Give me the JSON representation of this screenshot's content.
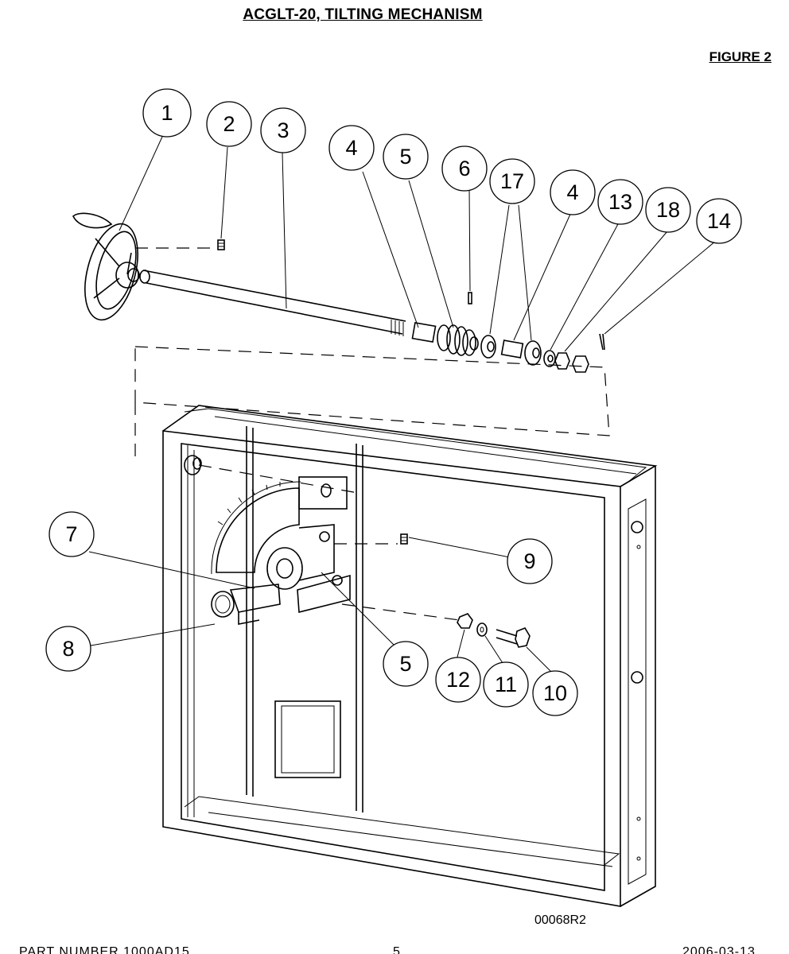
{
  "title": "ACGLT-20, TILTING MECHANISM",
  "figure_label": "FIGURE 2",
  "drawing_number": "00068R2",
  "footer": {
    "left": "PART NUMBER 1000AD15",
    "middle": "5",
    "right": "2006-03-13"
  },
  "callouts": [
    "1",
    "2",
    "3",
    "4",
    "5",
    "6",
    "17",
    "4",
    "13",
    "18",
    "14",
    "7",
    "9",
    "8",
    "5",
    "12",
    "11",
    "10"
  ]
}
